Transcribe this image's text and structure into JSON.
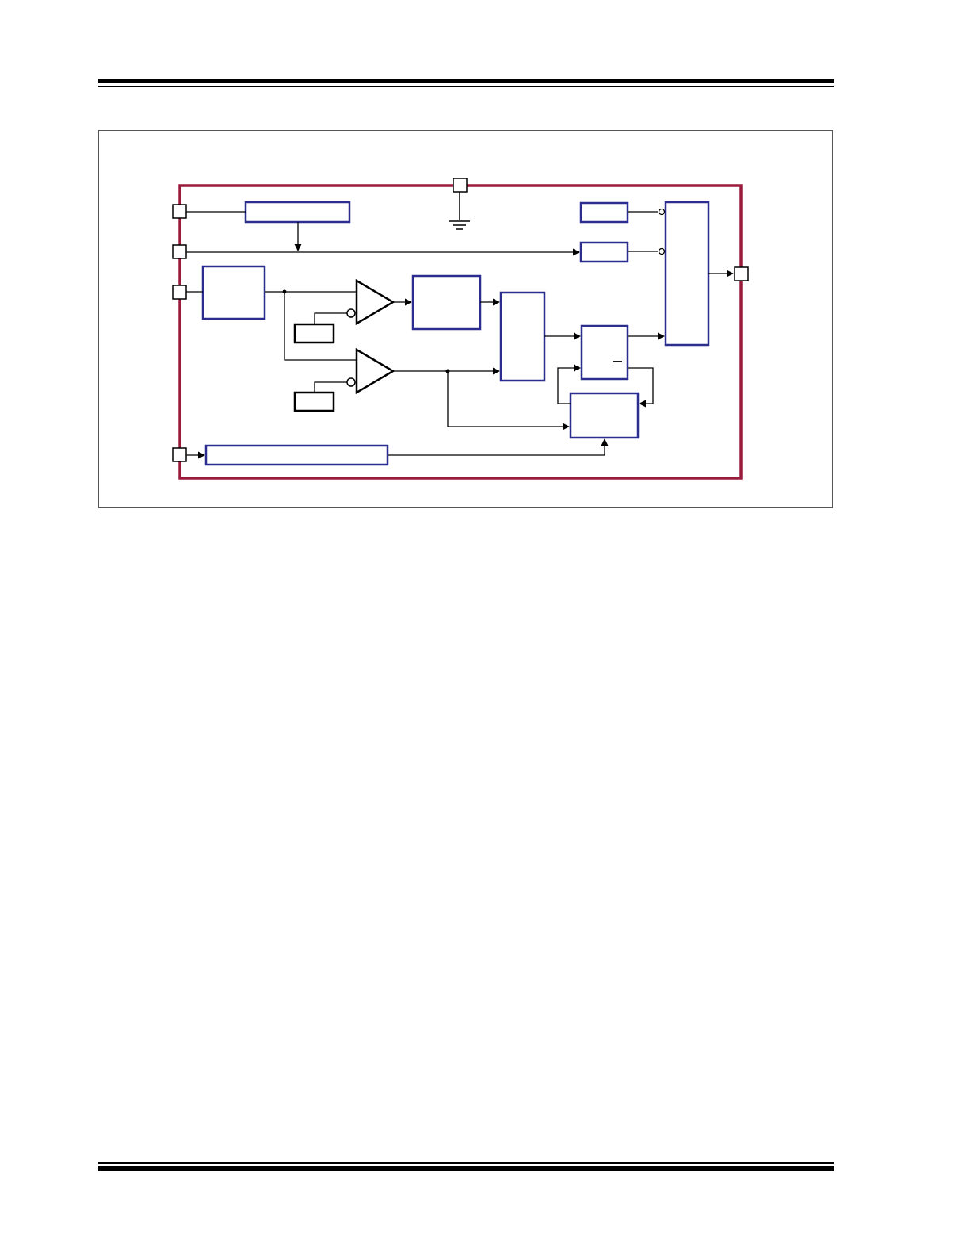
{
  "colors": {
    "chip_outline": "#9b1b3c",
    "block_outline": "#2b2e8f",
    "wire": "#000000",
    "figure_frame": "#555555",
    "page_rules": "#000000"
  },
  "header": {
    "rule_style": "double-rule"
  },
  "footer": {
    "rule_style": "double-rule"
  },
  "figure": {
    "pins": [
      {
        "name": "top-ground-pin",
        "icon": "ground-icon"
      },
      {
        "name": "left-pin-1"
      },
      {
        "name": "left-pin-2"
      },
      {
        "name": "left-pin-3"
      },
      {
        "name": "left-pin-4"
      },
      {
        "name": "right-output-pin"
      }
    ],
    "blocks": [
      "top-wide-block",
      "input-block",
      "comparator-1",
      "comparator-2",
      "reference-1",
      "reference-2",
      "filter-block",
      "logic-block",
      "latch-block",
      "feedback-block",
      "output-mux-block",
      "upper-gate-block",
      "lower-gate-block",
      "bottom-wide-block"
    ]
  }
}
